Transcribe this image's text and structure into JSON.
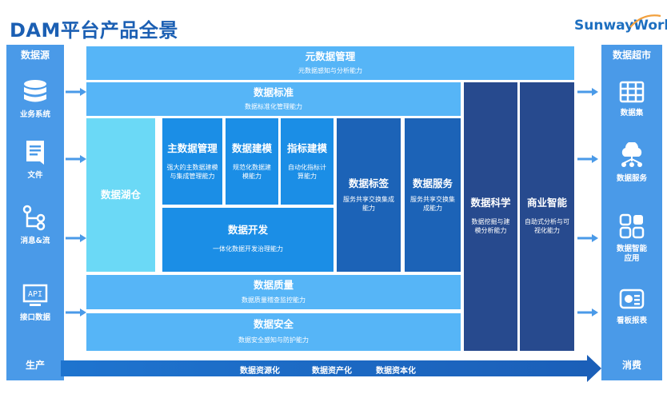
{
  "page": {
    "title": "DAM平台产品全景",
    "logo": "SunwayWorld"
  },
  "left_panel": {
    "title": "数据源",
    "items": [
      {
        "icon": "database-icon",
        "label": "业务系统"
      },
      {
        "icon": "document-icon",
        "label": "文件"
      },
      {
        "icon": "flow-icon",
        "label": "消息&流"
      },
      {
        "icon": "api-icon",
        "label": "接口数据",
        "icon_text": "API"
      }
    ],
    "footer": "生产"
  },
  "right_panel": {
    "title": "数据超市",
    "items": [
      {
        "icon": "grid-icon",
        "label": "数据集"
      },
      {
        "icon": "cloud-service-icon",
        "label": "数据服务"
      },
      {
        "icon": "app-icon",
        "label": "数据智能\n应用"
      },
      {
        "icon": "dashboard-icon",
        "label": "看板报表"
      }
    ],
    "footer": "消费"
  },
  "blocks": {
    "metadata": {
      "title": "元数据管理",
      "desc": "元数据感知与分析能力"
    },
    "standard": {
      "title": "数据标准",
      "desc": "数据标准化管理能力"
    },
    "lake": {
      "title": "数据湖仓"
    },
    "mdm": {
      "title": "主数据管理",
      "desc": "强大的主数据建模与集成管理能力"
    },
    "modeling": {
      "title": "数据建模",
      "desc": "规范化数据建模能力"
    },
    "indicator": {
      "title": "指标建模",
      "desc": "自动化指标计算能力"
    },
    "devops": {
      "title": "数据开发",
      "desc": "一体化数据开发治理能力"
    },
    "tag": {
      "title": "数据标签",
      "desc": "服务共享交换集成能力"
    },
    "service": {
      "title": "数据服务",
      "desc": "服务共享交换集成能力"
    },
    "science": {
      "title": "数据科学",
      "desc": "数据挖掘与建模分析能力"
    },
    "bi": {
      "title": "商业智能",
      "desc": "自助式分析与可视化能力"
    },
    "quality": {
      "title": "数据质量",
      "desc": "数据质量稽查监控能力"
    },
    "security": {
      "title": "数据安全",
      "desc": "数据安全感知与防护能力"
    }
  },
  "bottom": {
    "stages": [
      "数据资源化",
      "数据资产化",
      "数据资本化"
    ]
  },
  "colors": {
    "title": "#1b5fb3",
    "sidebar": "#4a9ae8",
    "light": "#56b5f7",
    "cyan": "#6bd9f6",
    "mid": "#1b8ee6",
    "dark": "#1c63b7",
    "navy": "#274a8e"
  }
}
